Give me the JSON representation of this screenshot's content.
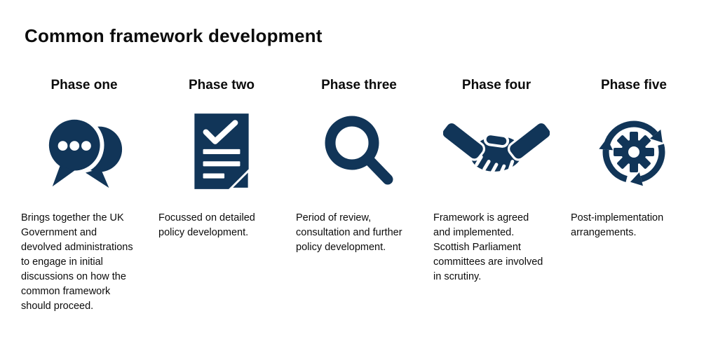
{
  "colors": {
    "navy": "#113558",
    "ink": "#0c0c0c",
    "background": "#ffffff"
  },
  "title": "Common framework development",
  "phases": [
    {
      "label": "Phase one",
      "icon": "chat-bubbles-icon",
      "description": "Brings together the UK\nGovernment and\ndevolved administrations\nto engage in initial\ndiscussions on how the\ncommon framework\nshould proceed."
    },
    {
      "label": "Phase two",
      "icon": "document-check-icon",
      "description": "Focussed on detailed\npolicy development."
    },
    {
      "label": "Phase three",
      "icon": "magnifying-glass-icon",
      "description": "Period of review,\nconsultation and further\npolicy development."
    },
    {
      "label": "Phase four",
      "icon": "handshake-icon",
      "description": "Framework is agreed\nand implemented.\nScottish Parliament\ncommittees are involved\nin scrutiny."
    },
    {
      "label": "Phase five",
      "icon": "gear-cycle-icon",
      "description": "Post-implementation\narrangements."
    }
  ]
}
